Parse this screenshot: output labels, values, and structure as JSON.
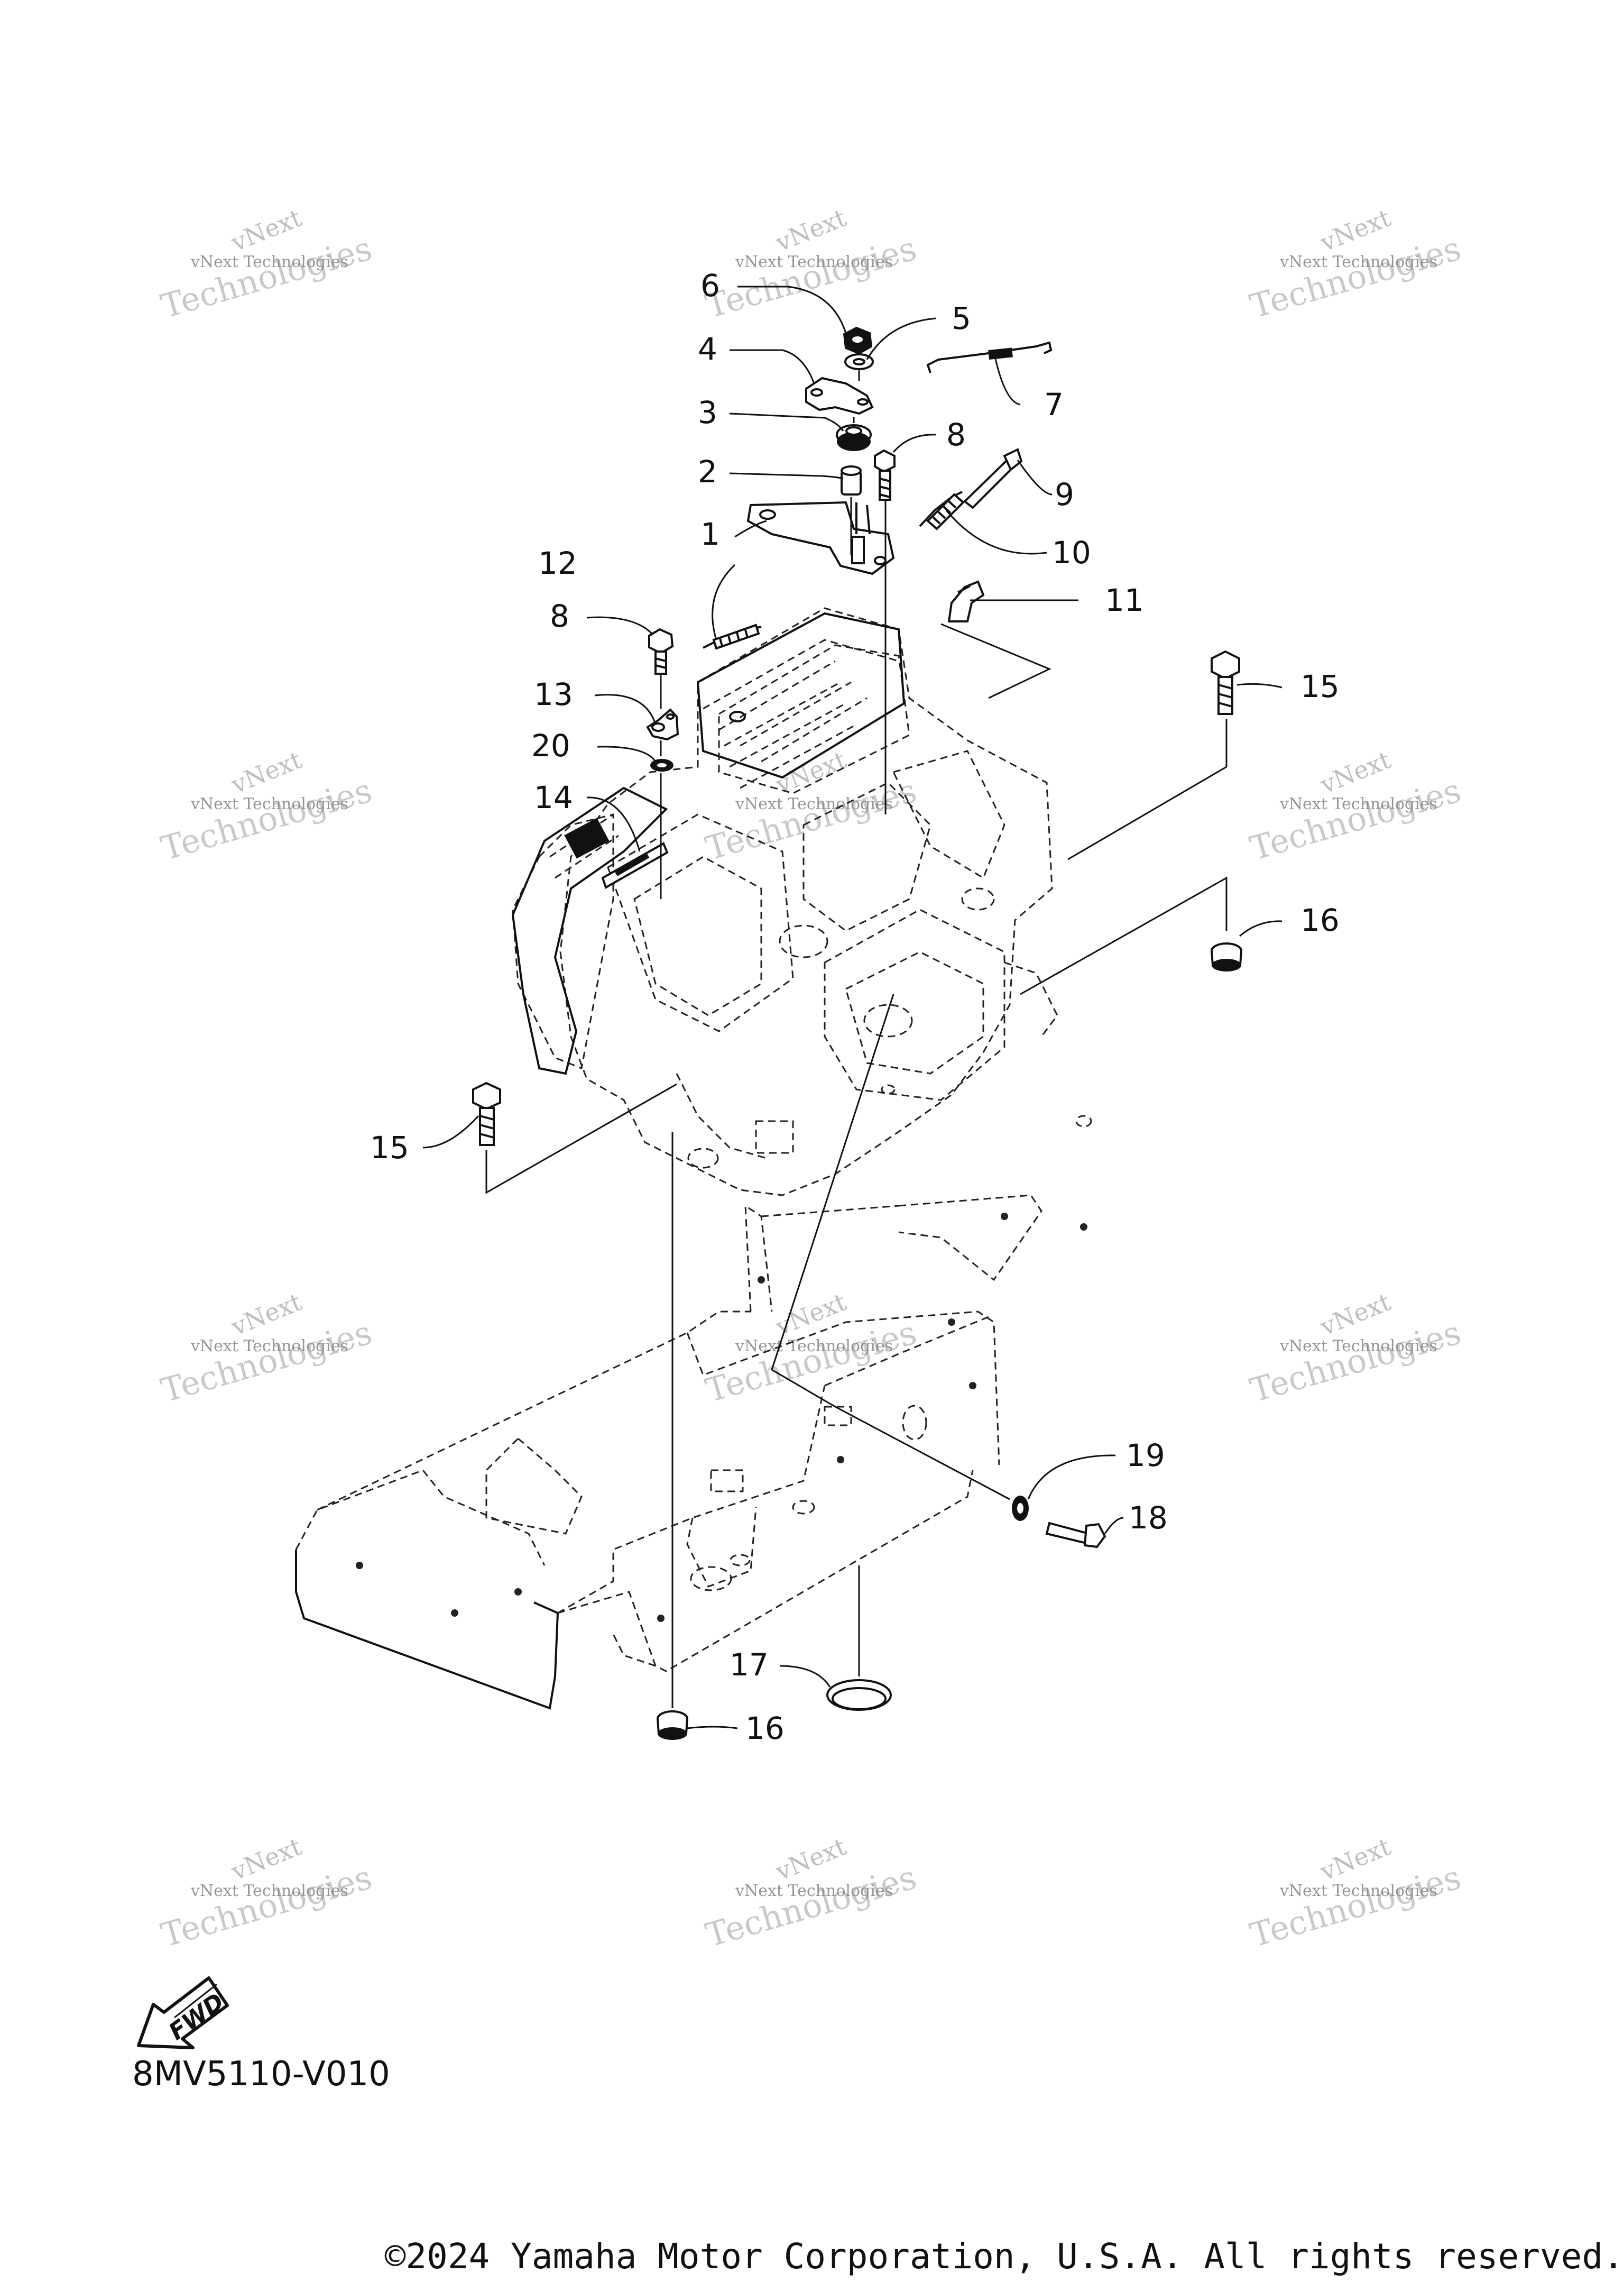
{
  "callouts": [
    {
      "id": "1",
      "text": "1"
    },
    {
      "id": "2",
      "text": "2"
    },
    {
      "id": "3",
      "text": "3"
    },
    {
      "id": "4",
      "text": "4"
    },
    {
      "id": "5",
      "text": "5"
    },
    {
      "id": "6",
      "text": "6"
    },
    {
      "id": "7",
      "text": "7"
    },
    {
      "id": "8a",
      "text": "8"
    },
    {
      "id": "8b",
      "text": "8"
    },
    {
      "id": "9",
      "text": "9"
    },
    {
      "id": "10",
      "text": "10"
    },
    {
      "id": "11",
      "text": "11"
    },
    {
      "id": "12",
      "text": "12"
    },
    {
      "id": "13",
      "text": "13"
    },
    {
      "id": "14",
      "text": "14"
    },
    {
      "id": "15a",
      "text": "15"
    },
    {
      "id": "15b",
      "text": "15"
    },
    {
      "id": "16a",
      "text": "16"
    },
    {
      "id": "16b",
      "text": "16"
    },
    {
      "id": "17",
      "text": "17"
    },
    {
      "id": "18",
      "text": "18"
    },
    {
      "id": "19",
      "text": "19"
    },
    {
      "id": "20",
      "text": "20"
    }
  ],
  "watermark": {
    "line1": "vNext",
    "line2": "vNext Technologies",
    "line3": "Technologies"
  },
  "fwd_badge": "FWD",
  "drawing_code": "8MV5110-V010",
  "copyright": "©2024 Yamaha Motor Corporation, U.S.A. All rights reserved."
}
